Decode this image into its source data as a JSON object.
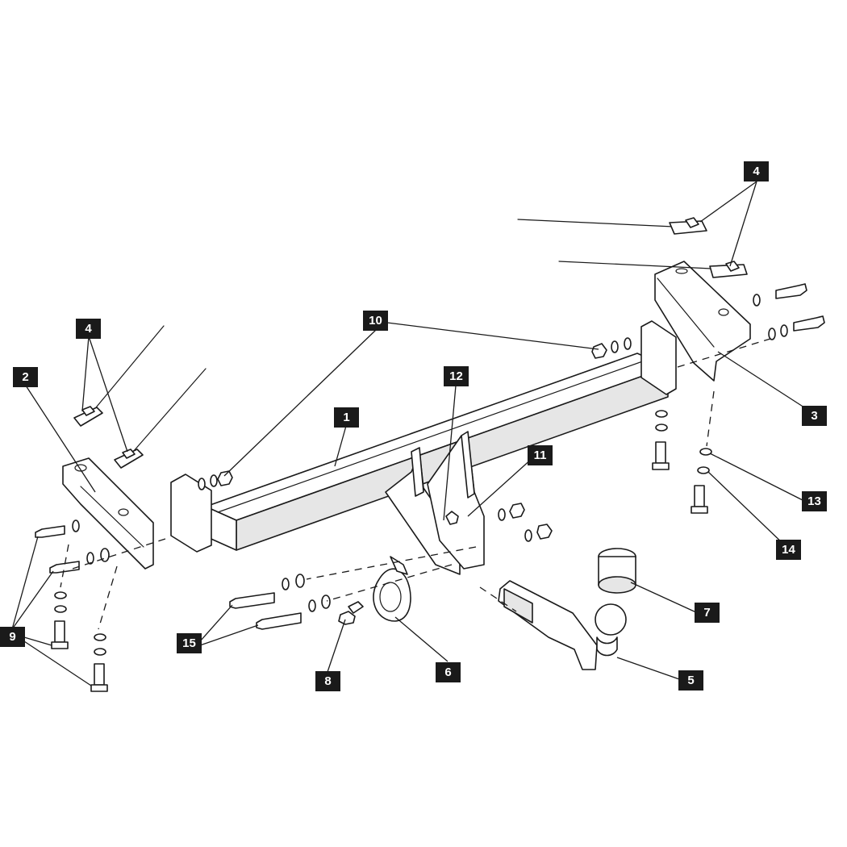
{
  "callouts": {
    "c1": "1",
    "c2": "2",
    "c3": "3",
    "c4a": "4",
    "c4b": "4",
    "c5": "5",
    "c6": "6",
    "c7": "7",
    "c8": "8",
    "c9": "9",
    "c10": "10",
    "c11": "11",
    "c12": "12",
    "c13": "13",
    "c14": "14",
    "c15": "15"
  },
  "colors": {
    "line": "#1a1a1a",
    "callout_bg": "#1a1a1a",
    "callout_text": "#ffffff",
    "background": "#ffffff"
  }
}
